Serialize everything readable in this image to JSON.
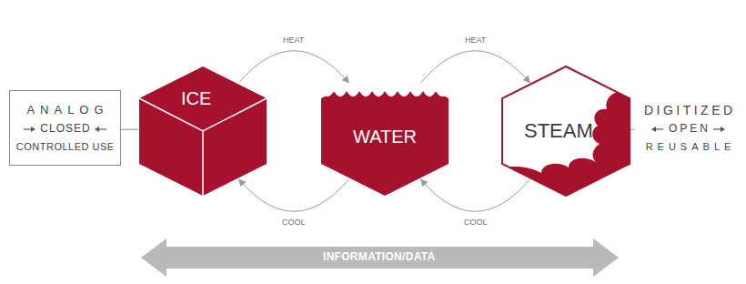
{
  "diagram": {
    "nodes": [
      {
        "text": [
          "ANALOG",
          "CLOSED",
          "CONTROLLED USE"
        ]
      },
      {
        "text": [
          "ICE"
        ]
      },
      {
        "text": [
          "WATER"
        ]
      },
      {
        "text": [
          "STEAM"
        ]
      },
      {
        "text": [
          "DIGITIZED",
          "OPEN",
          "REUSABLE"
        ]
      }
    ],
    "edges": [
      {
        "from": 0,
        "to": 1,
        "arrow": "none"
      },
      {
        "from": 1,
        "to": 2,
        "label": "HEAT",
        "arrow": "to"
      },
      {
        "from": 2,
        "to": 3,
        "label": "HEAT",
        "arrow": "to"
      },
      {
        "from": 3,
        "to": 2,
        "label": "COOL",
        "arrow": "to"
      },
      {
        "from": 2,
        "to": 1,
        "label": "COOL",
        "arrow": "to"
      },
      {
        "from": 3,
        "to": 4,
        "arrow": "none"
      }
    ],
    "labels": [
      "INFORMATION/DATA"
    ]
  }
}
